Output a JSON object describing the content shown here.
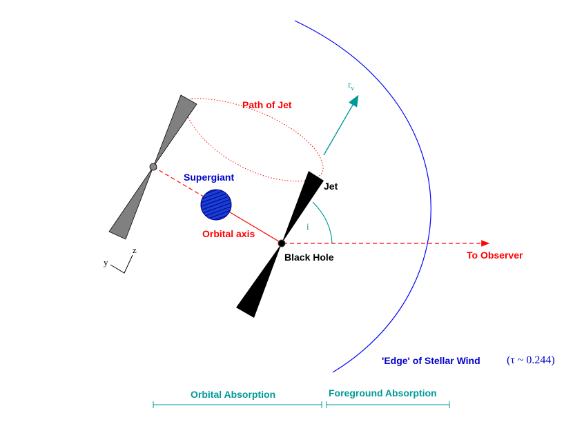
{
  "labels": {
    "path_of_jet": "Path of Jet",
    "supergiant": "Supergiant",
    "jet": "Jet",
    "orbital_axis": "Orbital axis",
    "black_hole": "Black Hole",
    "to_observer": "To Observer",
    "edge_of_wind": "'Edge' of Stellar Wind",
    "tau": "(τ ~ 0.244)",
    "r_nu_r": "r",
    "r_nu_sub": "ν",
    "inclination": "i",
    "axis_y": "y",
    "axis_z": "z",
    "orbital_absorption": "Orbital Absorption",
    "foreground_absorption": "Foreground Absorption"
  },
  "colors": {
    "label_red": "#ff0000",
    "label_blue": "#0000cc",
    "teal": "#009999",
    "wind_edge": "#0000ff",
    "supergiant_fill": "#1a3fd6",
    "jet_black": "#000000",
    "jet_gray": "#808080"
  }
}
